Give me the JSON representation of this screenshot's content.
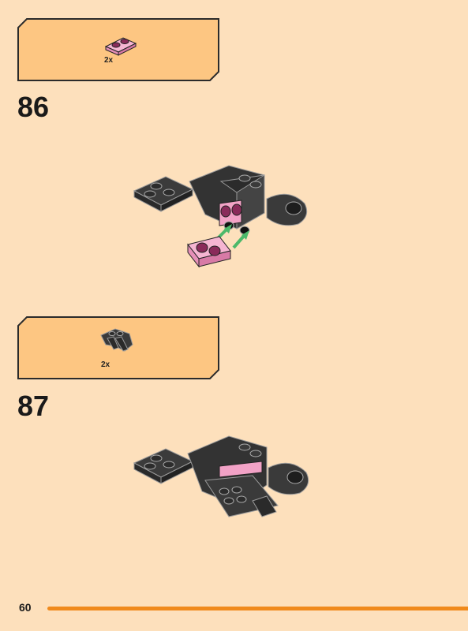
{
  "steps": [
    {
      "number": "86",
      "parts": [
        {
          "name": "pink-1x2-plate-icon",
          "quantity": "2x",
          "color": "#f2a2c6"
        }
      ]
    },
    {
      "number": "87",
      "parts": [
        {
          "name": "black-claw-piece-icon",
          "quantity": "2x",
          "color": "#3a3a3a"
        }
      ]
    }
  ],
  "colors": {
    "page_background": "#fde0bc",
    "callout_fill": "#fdc682",
    "callout_border": "#2b2b2b",
    "footer_rule": "#f08a1c",
    "arrow": "#4cb96a",
    "pink_brick": "#f2a2c6",
    "dark_brick": "#3a3a3a"
  },
  "footer": {
    "page_number": "60"
  }
}
